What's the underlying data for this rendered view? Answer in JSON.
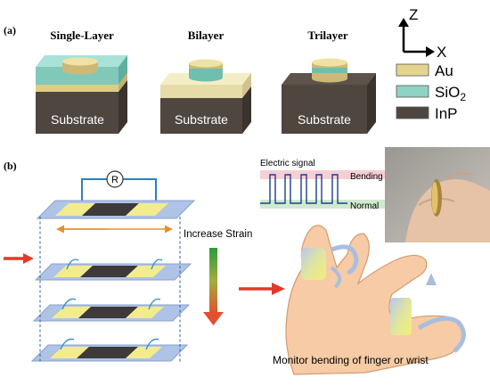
{
  "panel_a": {
    "label": "(a)",
    "titles": [
      "Single-Layer",
      "Bilayer",
      "Trilayer"
    ],
    "substrate_label": "Substrate",
    "axes": {
      "z": "Z",
      "x": "X"
    },
    "legend": [
      {
        "label": "Au",
        "sub": "",
        "color": "#e3d590"
      },
      {
        "label": "SiO",
        "sub": "2",
        "color": "#8fd3c4"
      },
      {
        "label": "InP",
        "sub": "",
        "color": "#4f4640"
      }
    ]
  },
  "panel_b": {
    "label": "(b)",
    "resistor_label": "R",
    "increase_strain": "Increase Strain",
    "electric_signal": "Electric signal",
    "bending": "Bending",
    "normal": "Normal",
    "monitor_caption": "Monitor bending of finger or wrist"
  },
  "colors": {
    "gold": "#e3d590",
    "teal": "#8fd3c4",
    "dark": "#4f4640",
    "blue_strip": "#aec3e6",
    "yellow": "#f3ec8c",
    "arrow_red": "#e23a2a",
    "skin": "#f6cba5",
    "hand_outline": "#d49a72"
  }
}
